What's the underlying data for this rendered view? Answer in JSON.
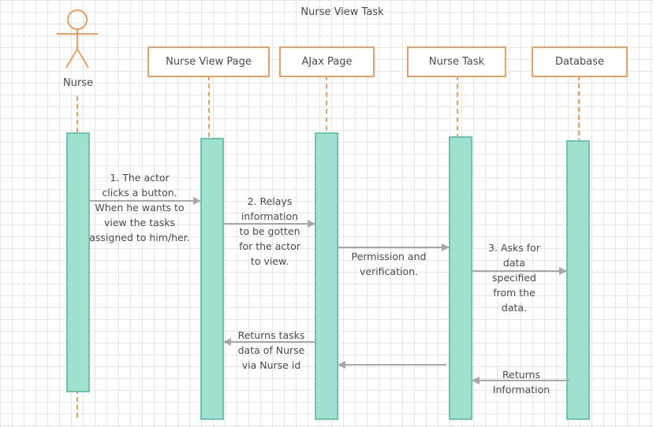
{
  "title": "Nurse View Task",
  "actor": {
    "label": "Nurse"
  },
  "participants": [
    {
      "label": "Nurse View Page"
    },
    {
      "label": "AJax Page"
    },
    {
      "label": "Nurse Task"
    },
    {
      "label": "Database"
    }
  ],
  "messages": {
    "m1": [
      "1. The actor",
      "clicks a button.",
      "When he wants to",
      "view the tasks",
      "assigned to him/her."
    ],
    "m2": [
      "2. Relays",
      "information",
      "to be gotten",
      "for the actor",
      "to view."
    ],
    "m3": [
      "Permission and",
      "verification."
    ],
    "m4": [
      "3. Asks for",
      "data",
      "specified",
      "from the",
      "data."
    ],
    "m5": [
      "Returns tasks",
      "data of Nurse",
      "via Nurse id"
    ],
    "m6": [
      "Returns",
      "Information"
    ]
  },
  "colors": {
    "participant_border": "#e9a063",
    "activation_fill": "#9fe0d0",
    "activation_border": "#6cc4ad",
    "arrow": "#a8a8a8",
    "grid": "#e6e6e6"
  }
}
